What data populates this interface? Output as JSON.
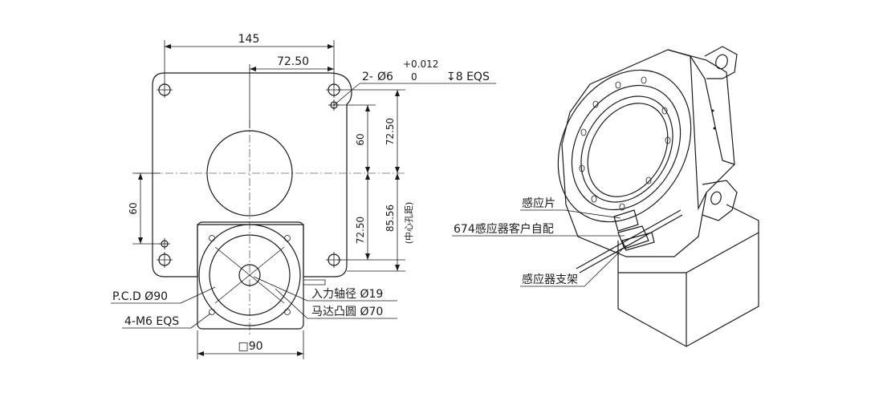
{
  "front_view": {
    "dims": {
      "overall_width": "145",
      "half_width": "72.50",
      "hole_spec_prefix": "2-",
      "hole_spec_dia": "Ø6",
      "tol_upper": "+0.012",
      "tol_lower": "0",
      "hole_spec_depth": "↧8 EQS",
      "vert_60_right": "60",
      "vert_72_50_upper": "72.50",
      "vert_72_50_lower": "72.50",
      "vert_85_56": "85.56",
      "center_hole_dist": "(中心孔距)",
      "vert_60_left": "60",
      "square": "□90"
    },
    "callouts": {
      "pcd": "P.C.D Ø90",
      "m6": "4-M6 EQS",
      "input_shaft": "入力轴径 Ø19",
      "motor_boss": "马达凸圆 Ø70"
    }
  },
  "iso_view": {
    "callouts": {
      "sensor_plate": "感应片",
      "sensor_cust": "674感应器客户自配",
      "sensor_bracket": "感应器支架"
    }
  }
}
